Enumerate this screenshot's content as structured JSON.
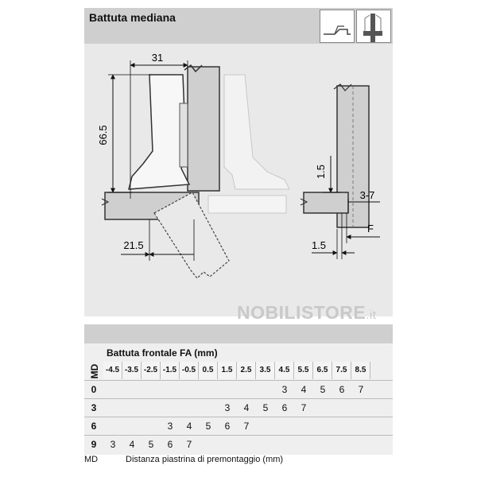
{
  "header": {
    "title": "Battuta mediana"
  },
  "drawing": {
    "dim_width": "31",
    "dim_height": "66.5",
    "dim_bottom": "21.5",
    "side_dim_top": "1.5",
    "side_dim_gap": "3-7",
    "side_dim_f": "F",
    "side_dim_bottom": "1.5"
  },
  "watermark": {
    "brand": "NOBILISTORE",
    "tld": ".it"
  },
  "table": {
    "title": "Battuta frontale FA (mm)",
    "side_label": "MD",
    "columns": [
      "-4.5",
      "-3.5",
      "-2.5",
      "-1.5",
      "-0.5",
      "0.5",
      "1.5",
      "2.5",
      "3.5",
      "4.5",
      "5.5",
      "6.5",
      "7.5",
      "8.5"
    ],
    "rows": [
      {
        "md": "0",
        "values": [
          "",
          "",
          "",
          "",
          "",
          "",
          "",
          "",
          "",
          "3",
          "4",
          "5",
          "6",
          "7"
        ]
      },
      {
        "md": "3",
        "values": [
          "",
          "",
          "",
          "",
          "",
          "",
          "3",
          "4",
          "5",
          "6",
          "7",
          "",
          "",
          ""
        ]
      },
      {
        "md": "6",
        "values": [
          "",
          "",
          "",
          "3",
          "4",
          "5",
          "6",
          "7",
          "",
          "",
          "",
          "",
          "",
          ""
        ]
      },
      {
        "md": "9",
        "values": [
          "3",
          "4",
          "5",
          "6",
          "7",
          "",
          "",
          "",
          "",
          "",
          "",
          "",
          "",
          ""
        ]
      }
    ]
  },
  "footer": {
    "key": "MD",
    "description": "Distanza piastrina di premontaggio (mm)"
  }
}
